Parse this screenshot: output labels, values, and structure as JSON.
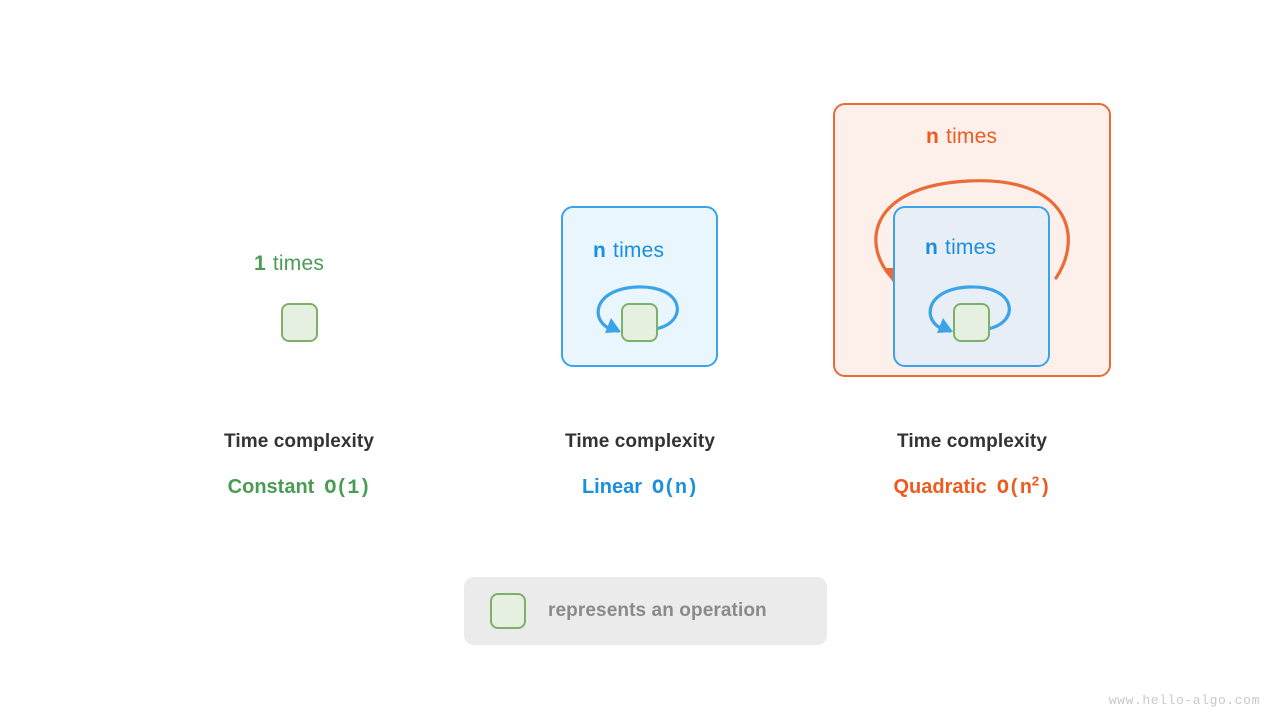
{
  "diagram": {
    "watermark": "www.hello-algo.com",
    "colors": {
      "green": "#4a9c54",
      "blue": "#1a8fe0",
      "orange": "#ef5a1f",
      "title": "#333333",
      "legend_text": "#8a8a8a",
      "op_fill": "#e6f0e0",
      "op_stroke": "#7fb069",
      "blue_fill": "#eaf6fd",
      "blue_inner_fill": "#e8eef5",
      "blue_stroke": "#3ba3e8",
      "orange_fill": "#fdf0ea",
      "orange_stroke": "#ea6a38",
      "legend_fill": "#ebebeb",
      "watermark": "#c9c9c9"
    },
    "columns": [
      {
        "id": "constant",
        "caption": {
          "count": "1",
          "word": "times",
          "color": "#4a9c54"
        },
        "title": "Time complexity",
        "complexity_name": "Constant",
        "complexity_bigo": "O(1)",
        "complexity_bigo_base": "O(1)",
        "complexity_bigo_exp": "",
        "complexity_color": "#4a9c54"
      },
      {
        "id": "linear",
        "caption": {
          "count": "n",
          "word": "times",
          "color": "#1a8fe0"
        },
        "title": "Time complexity",
        "complexity_name": "Linear",
        "complexity_bigo": "O(n)",
        "complexity_bigo_base": "O(n)",
        "complexity_bigo_exp": "",
        "complexity_color": "#1a8fe0"
      },
      {
        "id": "quadratic",
        "caption_outer": {
          "count": "n",
          "word": "times",
          "color": "#ef5a1f"
        },
        "caption_inner": {
          "count": "n",
          "word": "times",
          "color": "#1a8fe0"
        },
        "title": "Time complexity",
        "complexity_name": "Quadratic",
        "complexity_bigo": "O(n2)",
        "complexity_bigo_base": "O(n",
        "complexity_bigo_exp": "2",
        "complexity_bigo_close": ")",
        "complexity_color": "#ef5a1f"
      }
    ],
    "legend": {
      "swatch": "operation-box-swatch",
      "text": "represents an operation"
    }
  }
}
